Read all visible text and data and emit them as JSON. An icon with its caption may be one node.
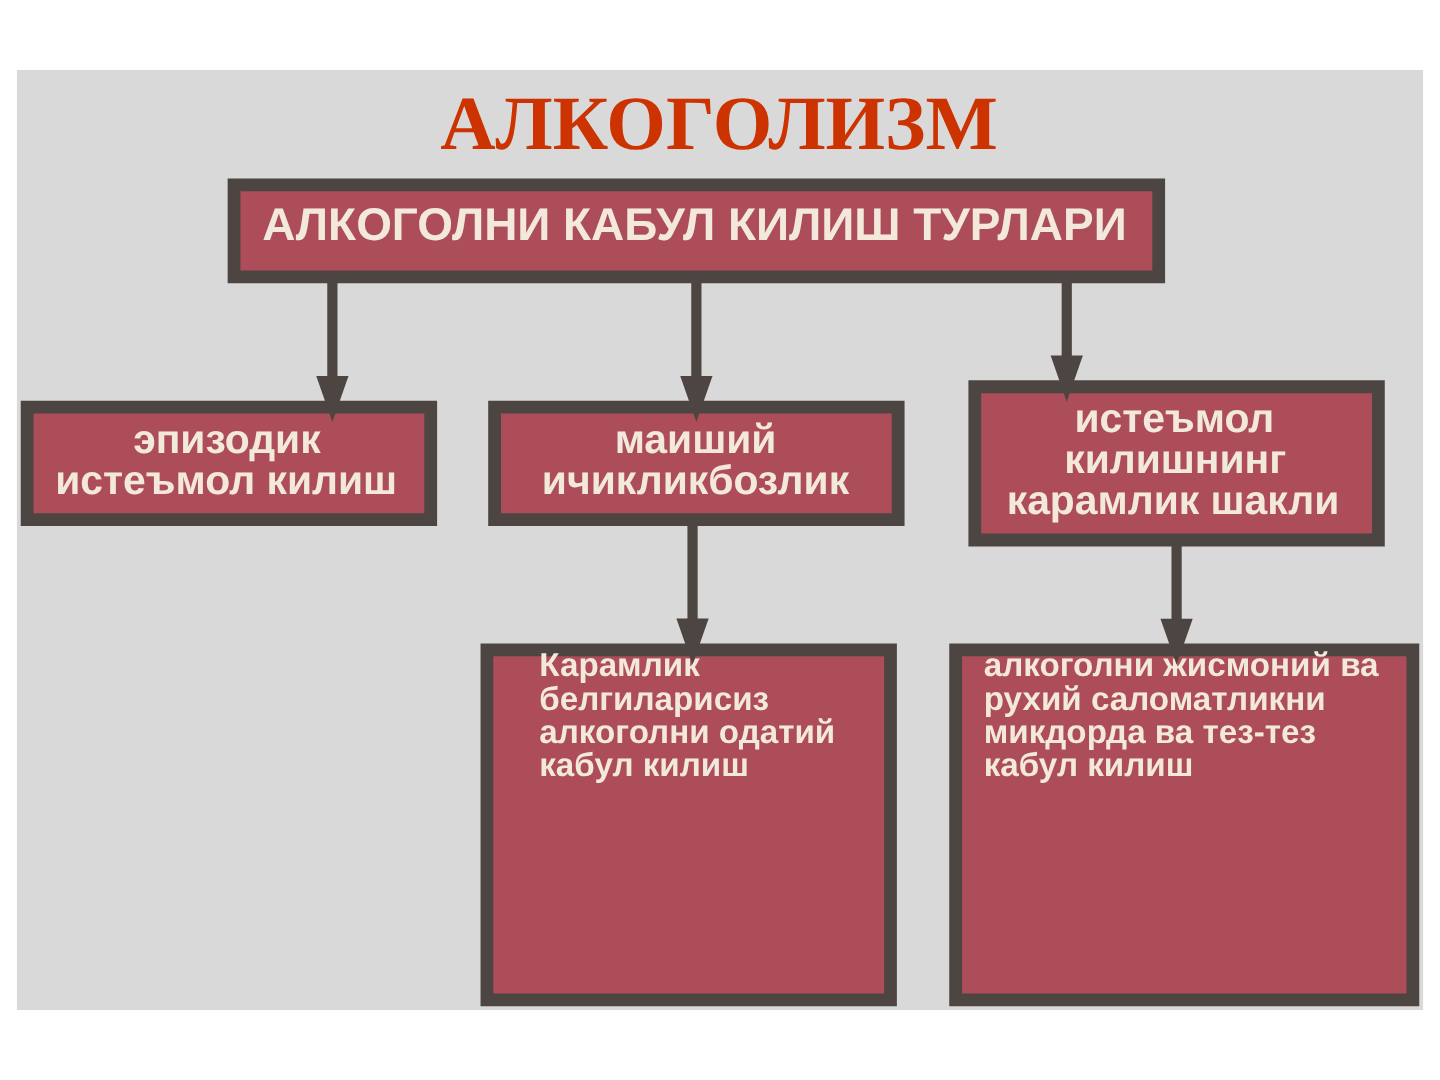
{
  "diagram": {
    "title": "АЛКОГОЛИЗМ",
    "nodes": [
      {
        "text": [
          "АЛКОГОЛНИ КАБУЛ КИЛИШ ТУРЛАРИ"
        ]
      },
      {
        "text": [
          "эпизодик истеъмол килиш"
        ]
      },
      {
        "text": [
          "маиший ичикликбозлик"
        ]
      },
      {
        "text": [
          "истеъмол килишнинг карамлик шакли"
        ]
      },
      {
        "text": [
          "Карамлик белгиларисиз алкоголни одатий кабул килиш"
        ]
      },
      {
        "text": [
          "алкоголни жисмоний ва рухий саломатликни микдорда ва тез-тез кабул килиш"
        ]
      }
    ],
    "edges": [
      {
        "from": 0,
        "to": 1,
        "arrow": "to"
      },
      {
        "from": 0,
        "to": 2,
        "arrow": "to"
      },
      {
        "from": 0,
        "to": 3,
        "arrow": "to"
      },
      {
        "from": 2,
        "to": 4,
        "arrow": "to"
      },
      {
        "from": 3,
        "to": 5,
        "arrow": "to"
      }
    ]
  }
}
